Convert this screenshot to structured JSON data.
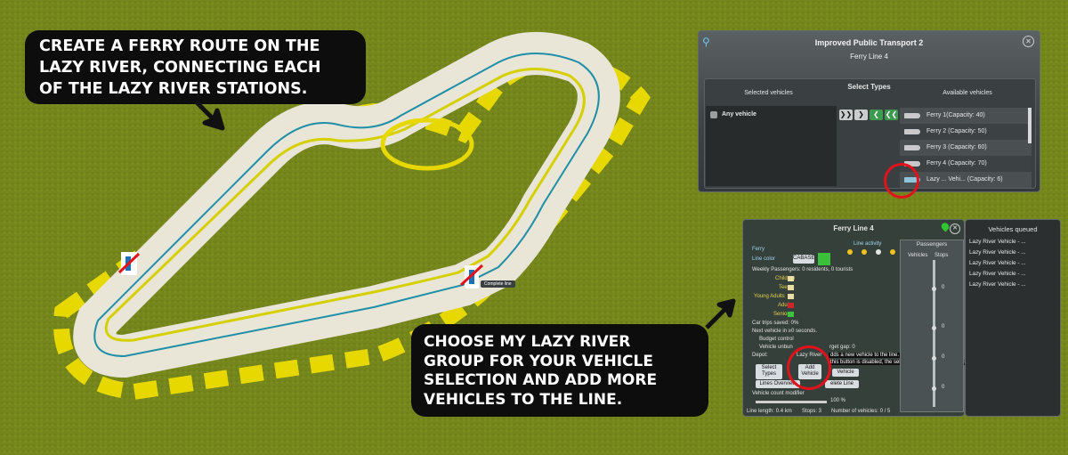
{
  "callouts": {
    "top_left": [
      "Create a ferry route on the",
      "Lazy River, connecting each",
      "of the Lazy River stations."
    ],
    "bottom": [
      "Choose my Lazy River",
      "group for your vehicle",
      "selection and add more",
      "vehicles to the line."
    ]
  },
  "ipt": {
    "title": "Improved Public Transport 2",
    "subtitle": "Ferry Line 4",
    "select_types": "Select Types",
    "selected_header": "Selected vehicles",
    "available_header": "Available vehicles",
    "selected": [
      "Any vehicle"
    ],
    "available": [
      "Ferry 1(Capacity: 40)",
      "Ferry 2 (Capacity: 50)",
      "Ferry 3 (Capacity: 60)",
      "Ferry 4 (Capacity: 70)",
      "Lazy ... Vehi... (Capacity: 6)"
    ]
  },
  "ferry": {
    "title": "Ferry Line 4",
    "type": "Ferry",
    "line_color_label": "Line color",
    "line_color_hex": "CABASE",
    "line_activity": "Line activity",
    "weekly": "Weekly Passengers: 0 residents, 0 tourists",
    "age_groups": [
      {
        "label": "Children",
        "color": "#e9dfa4"
      },
      {
        "label": "Teens",
        "color": "#e9dfa4"
      },
      {
        "label": "Young Adults",
        "color": "#e9dfa4"
      },
      {
        "label": "Adults",
        "color": "#d1232a"
      },
      {
        "label": "Seniors",
        "color": "#3cc43c"
      }
    ],
    "car_trips": "Car trips saved: 0%",
    "next_vehicle": "Next vehicle in ≥0 seconds.",
    "budget": "Budget control",
    "unbunching": "Vehicle unbun",
    "target_gap": "rget gap: 0",
    "depot": "Depot:",
    "lazy_river": "Lazy River",
    "tooltip1": "dds a new vehicle to the line.",
    "tooltip2": "this button is disabled, the selected depot has no vehicles left.",
    "select_types_btn": "Select Types",
    "add_vehicle_btn": "Add Vehicle",
    "vehicle_btn": "Vehicle",
    "lines_overview_btn": "Lines Overview",
    "delete_line_btn": "elete Line",
    "count_modifier": "Vehicle count modifier",
    "percent": "100 %",
    "line_length": "Line length: 0.4 km",
    "stops": "Stops: 3",
    "num_vehicles": "Number of vehicles: 0 / 5",
    "passengers_header": "Passengers",
    "vehicles_col": "Vehicles",
    "stops_col": "Stops",
    "stop_values": [
      "0",
      "0",
      "0",
      "0"
    ]
  },
  "queue": {
    "title": "Vehicles queued",
    "items": [
      "Lazy River Vehicle - ...",
      "Lazy River Vehicle - ...",
      "Lazy River Vehicle - ...",
      "Lazy River Vehicle - ...",
      "Lazy River Vehicle - ..."
    ]
  },
  "station_label": "Complete line",
  "colors": {
    "accent_yellow": "#e7d800",
    "highlight_red": "#e1121b",
    "grass": "#74861c"
  }
}
